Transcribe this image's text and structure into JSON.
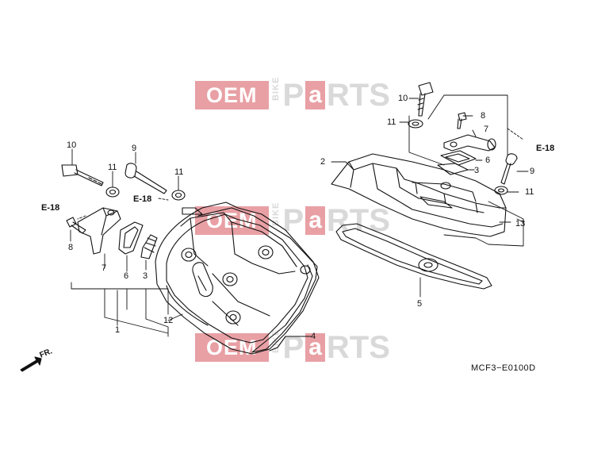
{
  "watermark": {
    "oem": "OEM",
    "bike": "BIKE",
    "p": "P",
    "a": "a",
    "rts": "RTS"
  },
  "labels": {
    "l10a": "10",
    "l9a": "9",
    "l11a": "11",
    "l11b": "11",
    "e18a": "E-18",
    "e18b": "E-18",
    "l8a": "8",
    "l7a": "7",
    "l6a": "6",
    "l3a": "3",
    "l1": "1",
    "l12": "12",
    "l4": "4",
    "l10b": "10",
    "l11c": "11",
    "l2": "2",
    "l8b": "8",
    "l7b": "7",
    "l6b": "6",
    "l3b": "3",
    "e18c": "E-18",
    "l9b": "9",
    "l11d": "11",
    "l13": "13",
    "l5": "5"
  },
  "diagram_code": "MCF3−E0100D",
  "front_marker": "FR.",
  "colors": {
    "line": "#111111",
    "watermark_red": "#e8a0a4",
    "watermark_gray": "#d9d9d9"
  }
}
